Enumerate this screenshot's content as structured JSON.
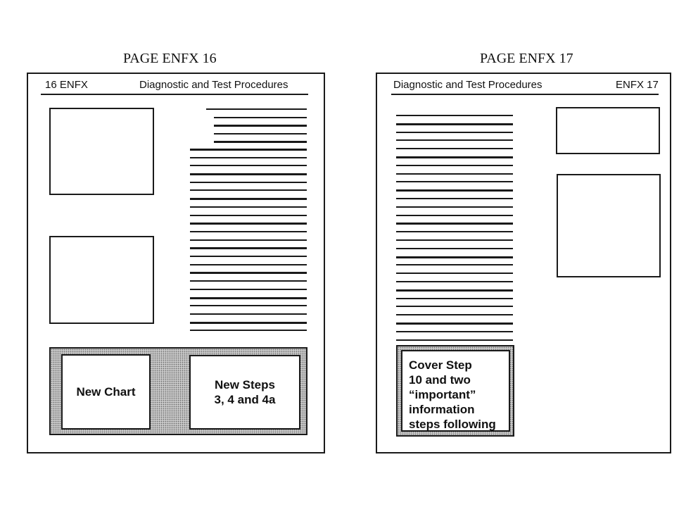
{
  "left_page": {
    "caption": "PAGE ENFX 16",
    "header_left": "16 ENFX",
    "header_right": "Diagnostic and Test Procedures",
    "callout_chart": "New Chart",
    "callout_steps": "New Steps\n3, 4 and 4a"
  },
  "right_page": {
    "caption": "PAGE ENFX 17",
    "header_left": "Diagnostic and Test Procedures",
    "header_right": "ENFX 17",
    "callout_cover": "Cover Step\n10 and two\n“important”\n information\nsteps  following"
  }
}
